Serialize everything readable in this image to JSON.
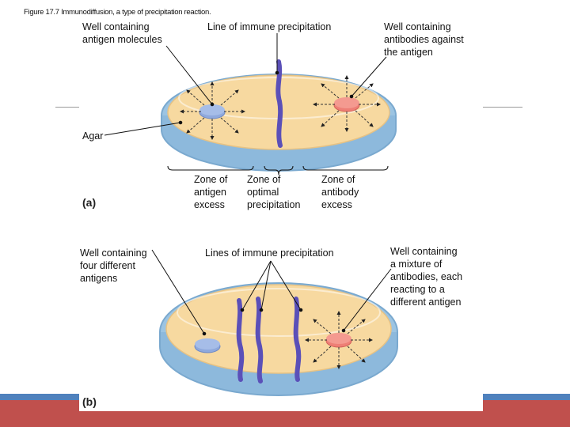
{
  "title": "Figure 17.7  Immunodiffusion, a type of precipitation reaction.",
  "panel_a": {
    "letter": "(a)",
    "label_antigen_well": [
      "Well containing",
      "antigen molecules"
    ],
    "label_line": "Line of immune precipitation",
    "label_antibody_well": [
      "Well containing",
      "antibodies against",
      "the antigen"
    ],
    "label_agar": "Agar",
    "zones": [
      [
        "Zone of",
        "antigen",
        "excess"
      ],
      [
        "Zone of",
        "optimal",
        "precipitation"
      ],
      [
        "Zone of",
        "antibody",
        "excess"
      ]
    ]
  },
  "panel_b": {
    "letter": "(b)",
    "label_four_antigens": [
      "Well containing",
      "four different",
      "antigens"
    ],
    "label_lines": "Lines of immune precipitation",
    "label_mixture": [
      "Well containing",
      "a mixture of",
      "antibodies, each",
      "reacting to a",
      "different antigen"
    ]
  },
  "colors": {
    "agar": "#f7d9a0",
    "dish": "#a8cde8",
    "antigen_well": "#8fa9dd",
    "antibody_well": "#f08a80",
    "precipitate": "#5b50b8",
    "footer_red": "#c0504d",
    "footer_blue": "#4f81bd"
  }
}
